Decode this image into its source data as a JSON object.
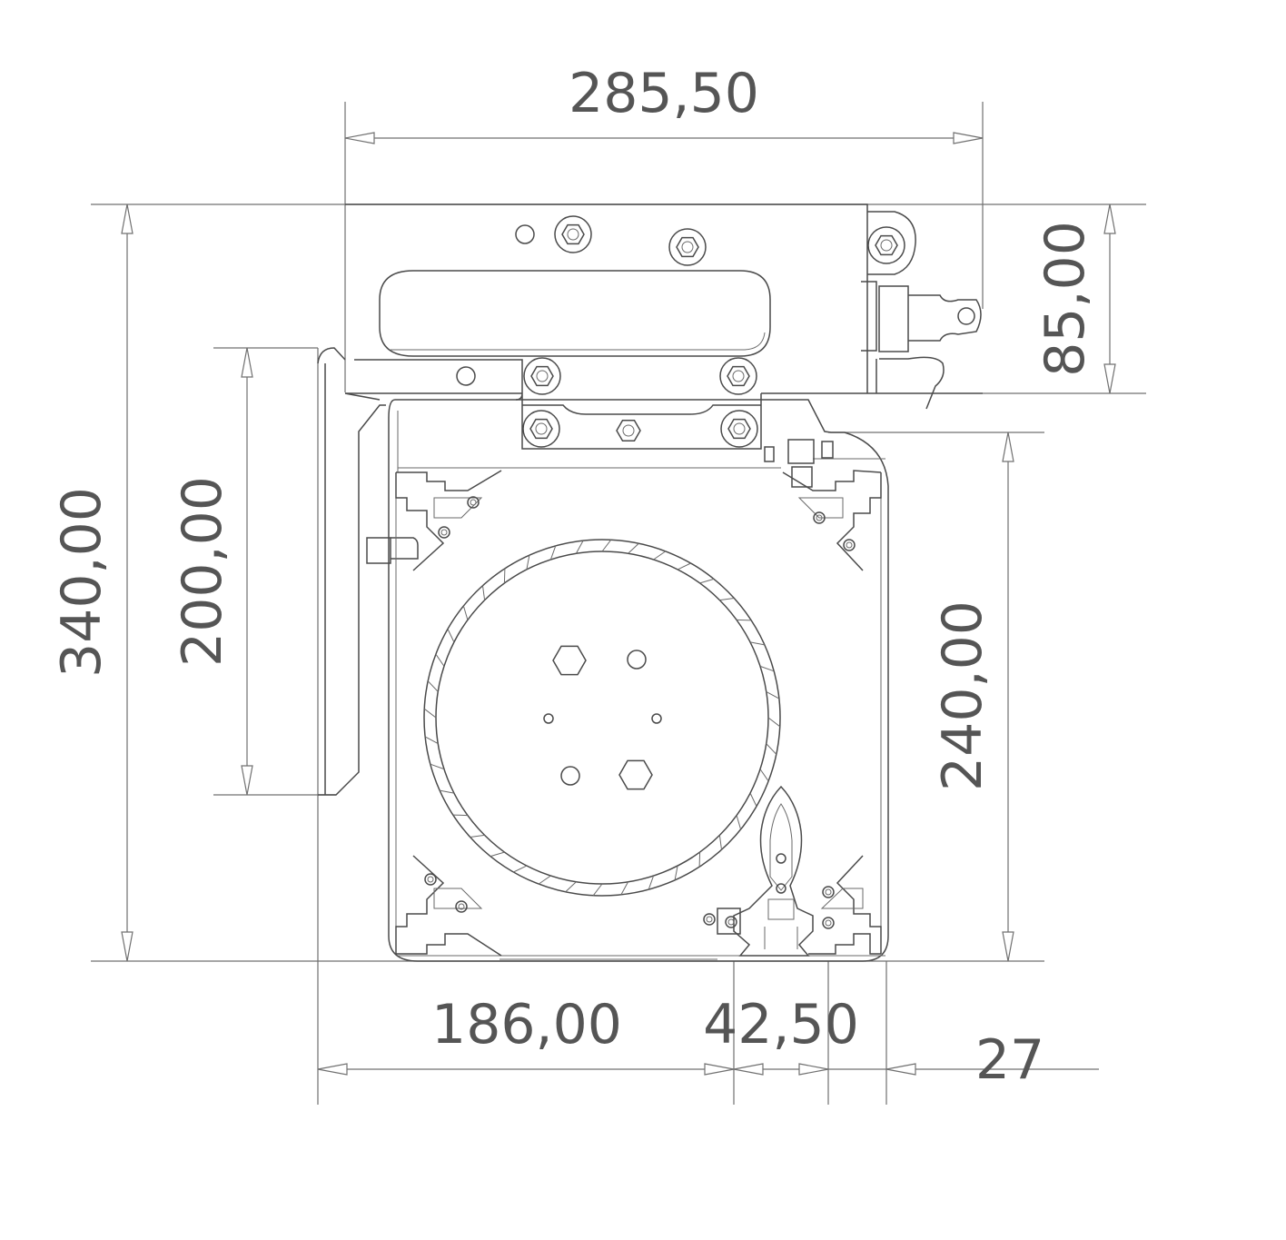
{
  "dimensions": {
    "top_width": "285,50",
    "top_height": "85,00",
    "total_height": "340,00",
    "bracket_height": "200,00",
    "box_height": "240,00",
    "bottom_left": "186,00",
    "bottom_mid": "42,50",
    "bottom_right": "27"
  },
  "colors": {
    "line": "#4a4a4a",
    "dimension": "#707070",
    "text": "#555555",
    "background": "#ffffff"
  }
}
